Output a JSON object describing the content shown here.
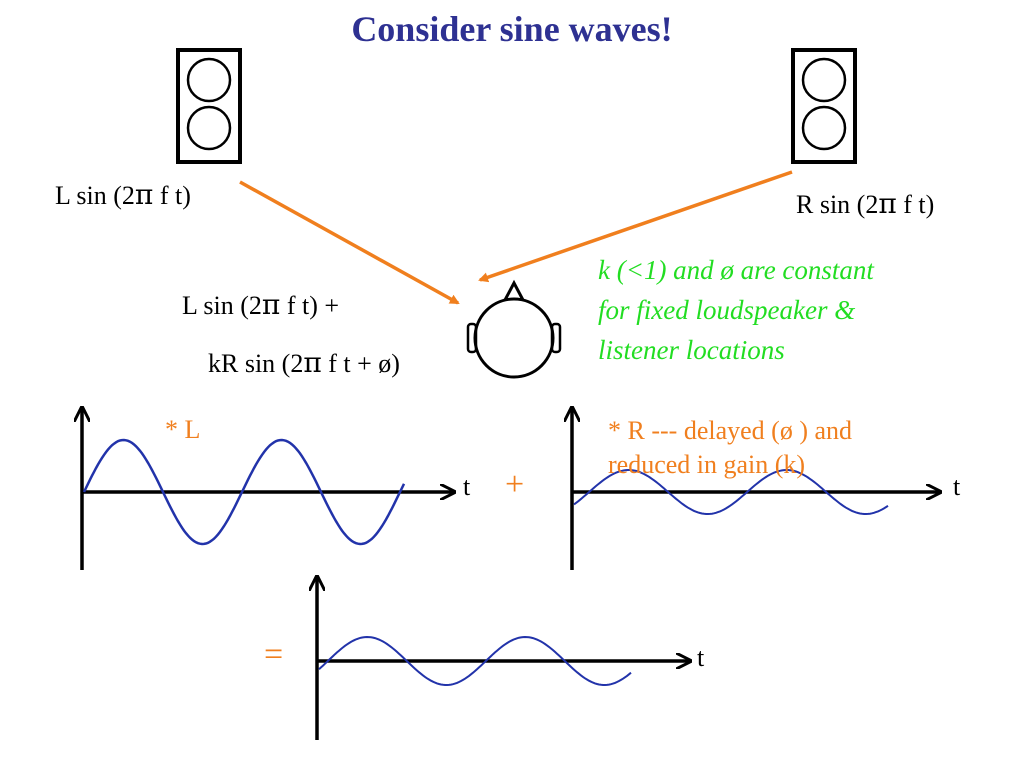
{
  "title": "Consider sine waves!",
  "speakers": {
    "left": {
      "label_prefix": "L sin (2",
      "pi": "π",
      "label_suffix": " f t)"
    },
    "right": {
      "label_prefix": "R sin (2",
      "pi": "π",
      "label_suffix": " f t)"
    }
  },
  "listener": {
    "line1_prefix": "L sin (2",
    "line1_pi": "π",
    "line1_suffix": " f t)  +",
    "line2_prefix": "kR sin (2",
    "line2_pi": "π",
    "line2_suffix": " f t + ø)"
  },
  "note": {
    "line1": "k (<1) and ø are constant",
    "line2": "for fixed loudspeaker &",
    "line3": "listener locations"
  },
  "graphs": {
    "left_label": "* L",
    "right_label_line1": "* R  --- delayed (ø ) and",
    "right_label_line2": "reduced in gain (k)",
    "axis_t": "t",
    "plus": "+",
    "equals": "="
  },
  "colors": {
    "title": "#2e3192",
    "arrow": "#f07f1e",
    "wave": "#2233aa",
    "note": "#22dd22"
  }
}
